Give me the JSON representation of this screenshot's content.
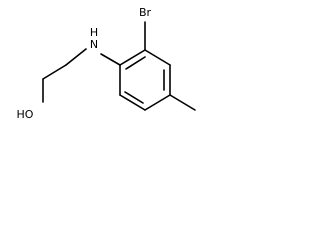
{
  "molecule": {
    "atoms": {
      "bromine": "Br",
      "amine": "N",
      "hydrogen": "H",
      "hydroxyl": "HO"
    }
  }
}
